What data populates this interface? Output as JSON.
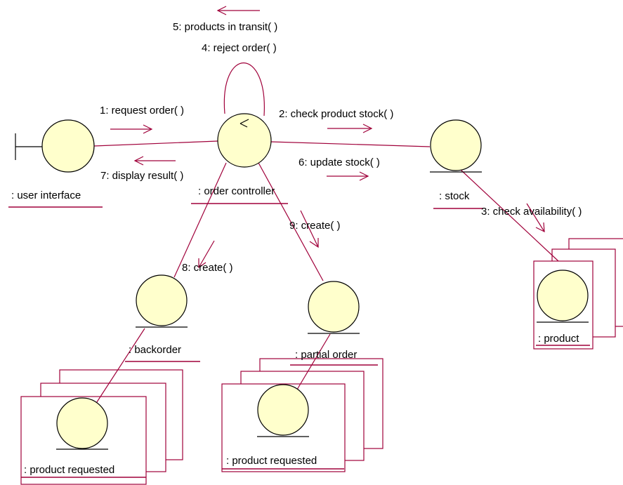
{
  "objects": {
    "user_interface": ": user interface",
    "order_controller": ": order controller",
    "stock": ": stock",
    "product": ": product",
    "backorder": ": backorder",
    "partial_order": ": partial order",
    "product_requested_1": ": product requested",
    "product_requested_2": ": product requested"
  },
  "messages": {
    "m1": "1: request order( )",
    "m2": "2: check product stock( )",
    "m3": "3: check availability( )",
    "m4": "4: reject order( )",
    "m5": "5: products in transit( )",
    "m6": "6: update stock( )",
    "m7": "7: display result( )",
    "m8": "8: create( )",
    "m9": "9: create( )"
  },
  "colors": {
    "link": "#a0003a",
    "object_fill": "#ffffcc"
  }
}
